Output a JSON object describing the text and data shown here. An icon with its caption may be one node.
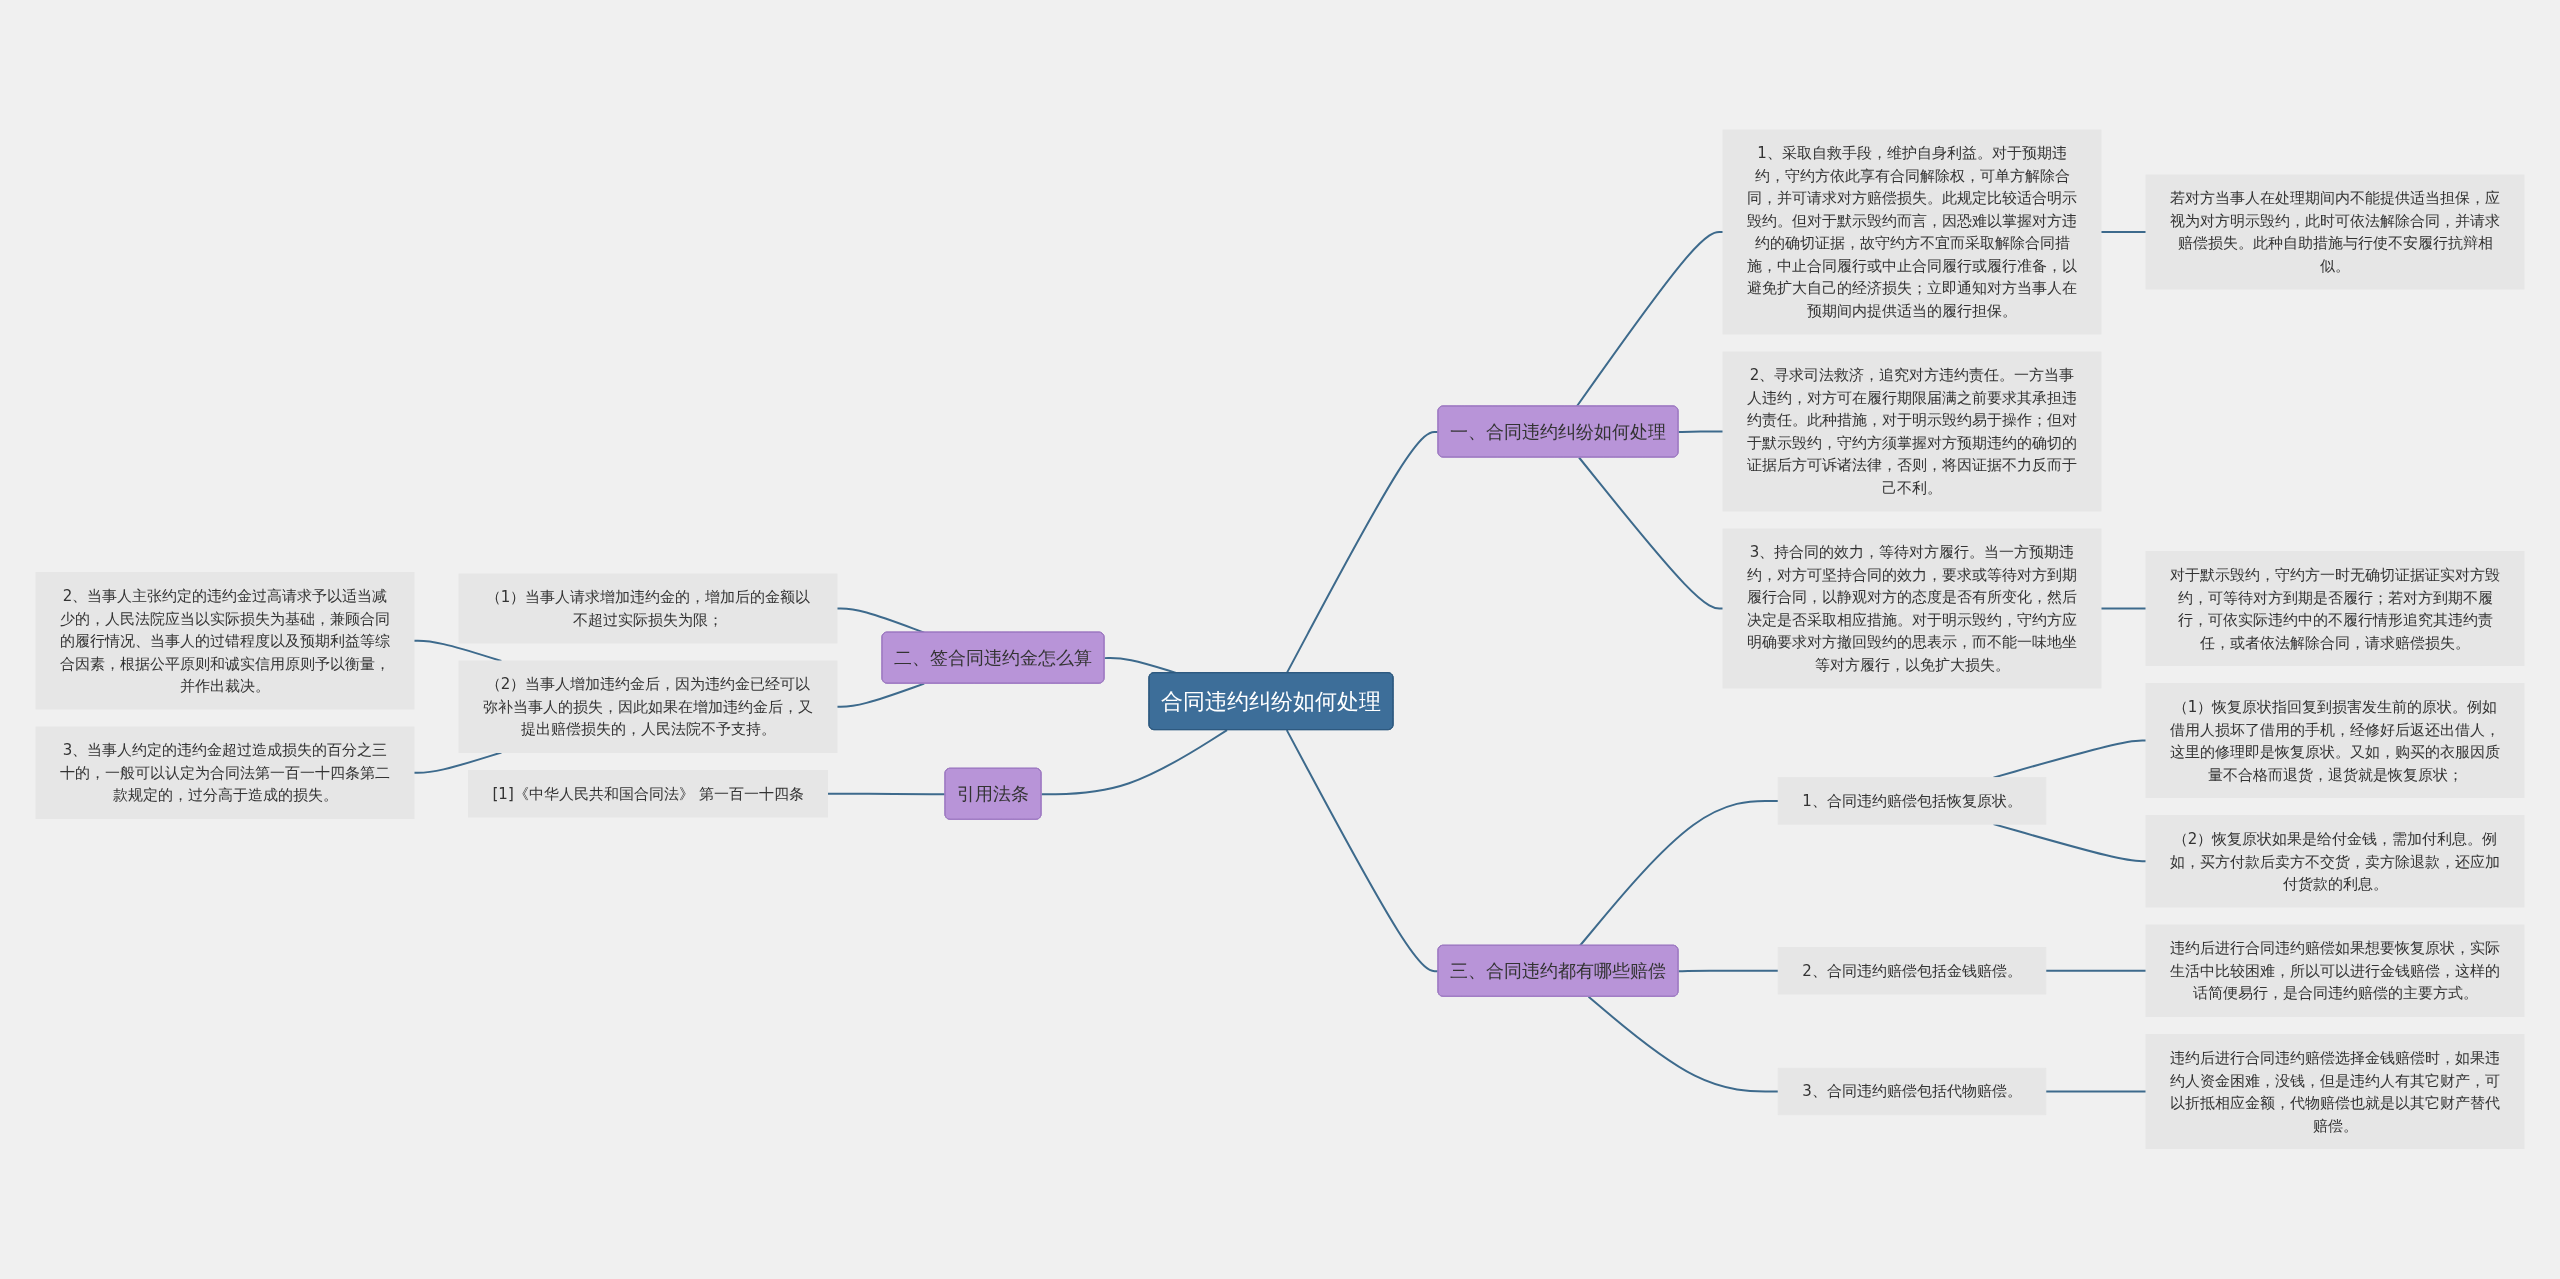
{
  "diagram": {
    "nodes": [
      {
        "text": [
          "合同违约纠纷如何处理"
        ]
      },
      {
        "text": [
          "一、合同违约纠纷如何处理"
        ]
      },
      {
        "text": [
          "1、采取自救手段，维护自身利益。对于预期违约，守约方依此享有合同解除权，可单方解除合同，并可请求对方赔偿损失。此规定比较适合明示毁约。但对于默示毁约而言，因恐难以掌握对方违约的确切证据，故守约方不宜而采取解除合同措施，中止合同履行或中止合同履行或履行准备，以避免扩大自己的经济损失；立即通知对方当事人在预期间内提供适当的履行担保。"
        ]
      },
      {
        "text": [
          "若对方当事人在处理期间内不能提供适当担保，应视为对方明示毁约，此时可依法解除合同，并请求赔偿损失。此种自助措施与行使不安履行抗辩相似。"
        ]
      },
      {
        "text": [
          "2、寻求司法救济，追究对方违约责任。一方当事人违约，对方可在履行期限届满之前要求其承担违约责任。此种措施，对于明示毁约易于操作；但对于默示毁约，守约方须掌握对方预期违约的确切的证据后方可诉诸法律，否则，将因证据不力反而于己不利。"
        ]
      },
      {
        "text": [
          "3、持合同的效力，等待对方履行。当一方预期违约，对方可坚持合同的效力，要求或等待对方到期履行合同，以静观对方的态度是否有所变化，然后决定是否采取相应措施。对于明示毁约，守约方应明确要求对方撤回毁约的思表示，而不能一味地坐等对方履行，以免扩大损失。"
        ]
      },
      {
        "text": [
          "对于默示毁约，守约方一时无确切证据证实对方毁约，可等待对方到期是否履行；若对方到期不履行，可依实际违约中的不履行情形追究其违约责任，或者依法解除合同，请求赔偿损失。"
        ]
      },
      {
        "text": [
          "三、合同违约都有哪些赔偿"
        ]
      },
      {
        "text": [
          "1、合同违约赔偿包括恢复原状。"
        ]
      },
      {
        "text": [
          "（1）恢复原状指回复到损害发生前的原状。例如借用人损坏了借用的手机，经修好后返还出借人，这里的修理即是恢复原状。又如，购买的衣服因质量不合格而退货，退货就是恢复原状；"
        ]
      },
      {
        "text": [
          "（2）恢复原状如果是给付金钱，需加付利息。例如，买方付款后卖方不交货，卖方除退款，还应加付货款的利息。"
        ]
      },
      {
        "text": [
          "2、合同违约赔偿包括金钱赔偿。"
        ]
      },
      {
        "text": [
          "违约后进行合同违约赔偿如果想要恢复原状，实际生活中比较困难，所以可以进行金钱赔偿，这样的话简便易行，是合同违约赔偿的主要方式。"
        ]
      },
      {
        "text": [
          "3、合同违约赔偿包括代物赔偿。"
        ]
      },
      {
        "text": [
          "违约后进行合同违约赔偿选择金钱赔偿时，如果违约人资金困难，没钱，但是违约人有其它财产，可以折抵相应金额，代物赔偿也就是以其它财产替代赔偿。"
        ]
      },
      {
        "text": [
          "二、签合同违约金怎么算"
        ]
      },
      {
        "text": [
          "（1）当事人请求增加违约金的，增加后的金额以不超过实际损失为限；"
        ]
      },
      {
        "text": [
          "（2）当事人增加违约金后，因为违约金已经可以弥补当事人的损失，因此如果在增加违约金后，又提出赔偿损失的，人民法院不予支持。"
        ]
      },
      {
        "text": [
          "2、当事人主张约定的违约金过高请求予以适当减少的，人民法院应当以实际损失为基础，兼顾合同的履行情况、当事人的过错程度以及预期利益等综合因素，根据公平原则和诚实信用原则予以衡量，并作出裁决。"
        ]
      },
      {
        "text": [
          "3、当事人约定的违约金超过造成损失的百分之三十的，一般可以认定为合同法第一百一十四条第二款规定的，过分高于造成的损失。"
        ]
      },
      {
        "text": [
          "引用法条"
        ]
      },
      {
        "text": [
          "[1]《中华人民共和国合同法》 第一百一十四条"
        ]
      }
    ],
    "edges": [
      {
        "from": 0,
        "to": 1,
        "arrow": "none"
      },
      {
        "from": 1,
        "to": 2,
        "arrow": "none"
      },
      {
        "from": 2,
        "to": 3,
        "arrow": "none"
      },
      {
        "from": 1,
        "to": 4,
        "arrow": "none"
      },
      {
        "from": 1,
        "to": 5,
        "arrow": "none"
      },
      {
        "from": 5,
        "to": 6,
        "arrow": "none"
      },
      {
        "from": 0,
        "to": 7,
        "arrow": "none"
      },
      {
        "from": 7,
        "to": 8,
        "arrow": "none"
      },
      {
        "from": 8,
        "to": 9,
        "arrow": "none"
      },
      {
        "from": 8,
        "to": 10,
        "arrow": "none"
      },
      {
        "from": 7,
        "to": 11,
        "arrow": "none"
      },
      {
        "from": 11,
        "to": 12,
        "arrow": "none"
      },
      {
        "from": 7,
        "to": 13,
        "arrow": "none"
      },
      {
        "from": 13,
        "to": 14,
        "arrow": "none"
      },
      {
        "from": 15,
        "to": 0,
        "arrow": "none"
      },
      {
        "from": 16,
        "to": 15,
        "arrow": "none"
      },
      {
        "from": 17,
        "to": 15,
        "arrow": "none"
      },
      {
        "from": 18,
        "to": 17,
        "arrow": "none"
      },
      {
        "from": 19,
        "to": 17,
        "arrow": "none"
      },
      {
        "from": 20,
        "to": 0,
        "arrow": "none"
      },
      {
        "from": 21,
        "to": 20,
        "arrow": "none"
      }
    ]
  }
}
